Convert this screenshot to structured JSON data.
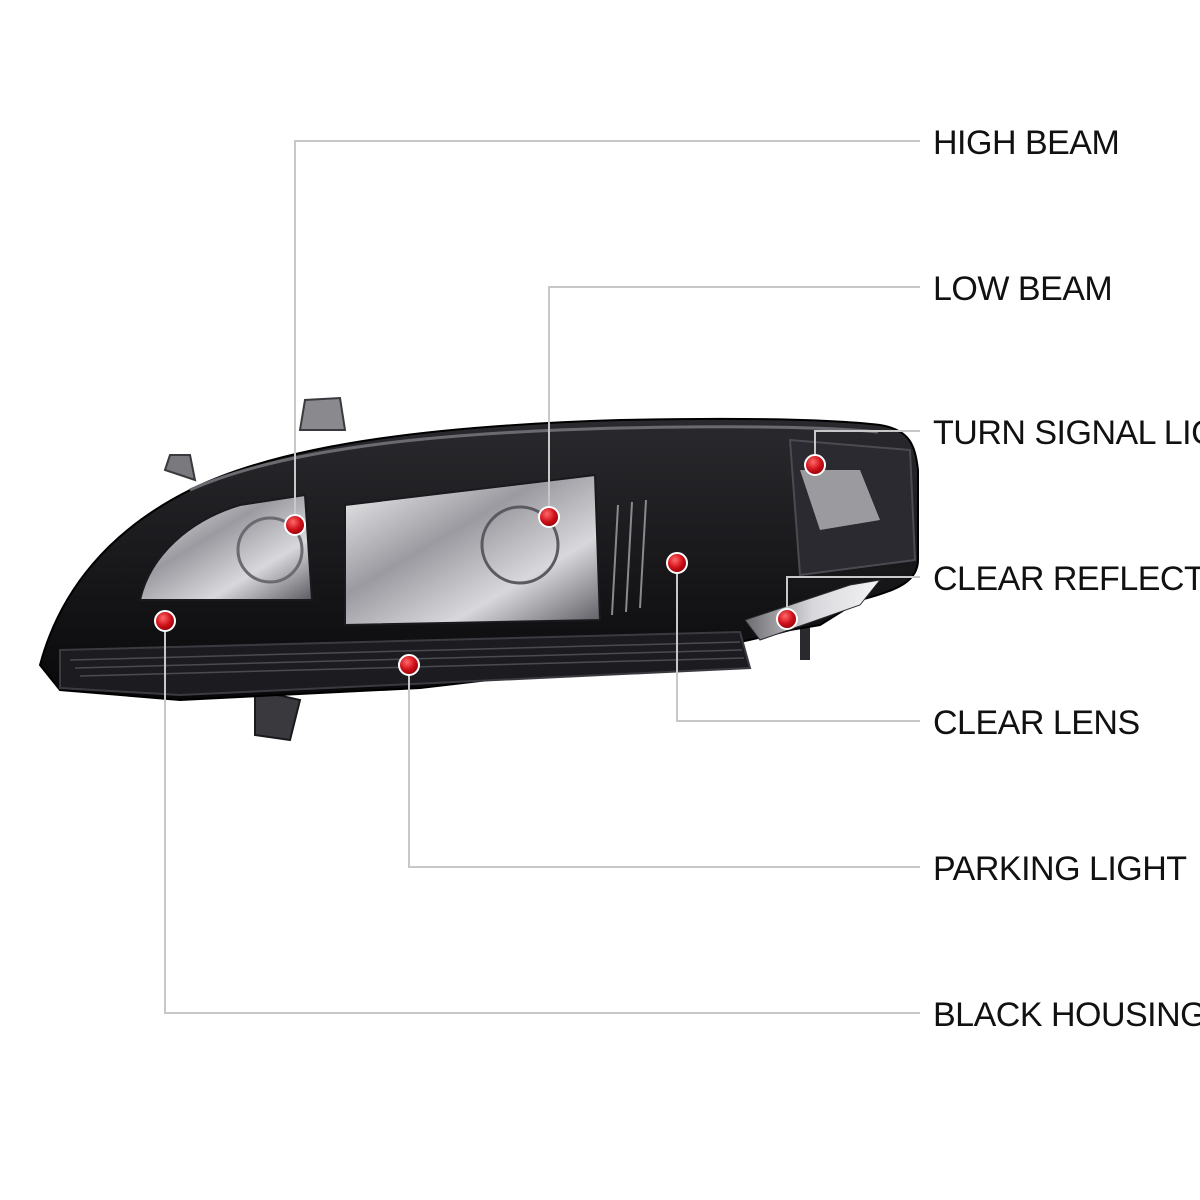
{
  "callouts": [
    {
      "id": "high-beam",
      "label": "HIGH BEAM"
    },
    {
      "id": "low-beam",
      "label": "LOW BEAM"
    },
    {
      "id": "turn-signal-light",
      "label": "TURN SIGNAL LIGHT"
    },
    {
      "id": "clear-reflector",
      "label": "CLEAR REFLECTOR"
    },
    {
      "id": "clear-lens",
      "label": "CLEAR LENS"
    },
    {
      "id": "parking-light",
      "label": "PARKING LIGHT"
    },
    {
      "id": "black-housing",
      "label": "BLACK HOUSING"
    }
  ],
  "colors": {
    "leader_line": "#c8c8c8",
    "marker": "#d0101a",
    "housing": "#121214",
    "label_text": "#111111"
  }
}
